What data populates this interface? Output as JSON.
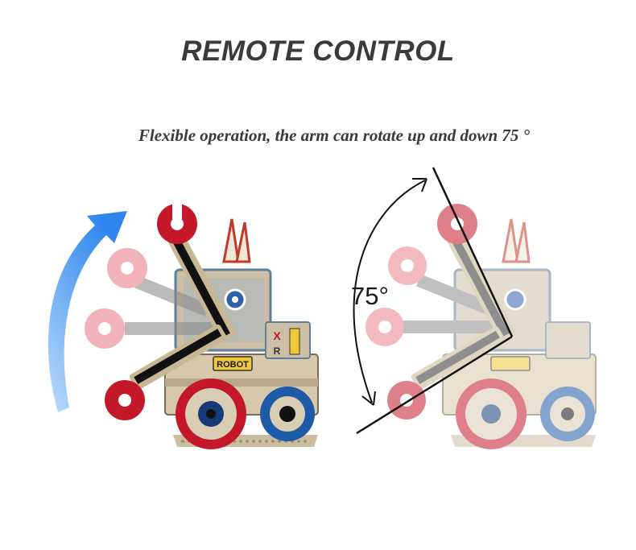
{
  "heading": {
    "title": "REMOTE CONTROL",
    "subtitle": "Flexible operation, the arm can rotate up and down 75 °"
  },
  "robot": {
    "badge_label": "ROBOT",
    "panel_x": "X",
    "panel_r": "R"
  },
  "rotation": {
    "angle_label": "75°"
  },
  "colors": {
    "arrow_blue": "#3a8ff0",
    "claw_red": "#c4182a",
    "claw_pink": "#e89aa4",
    "wheel_blue": "#1d5aa8",
    "cardboard": "#d6c7ad"
  }
}
